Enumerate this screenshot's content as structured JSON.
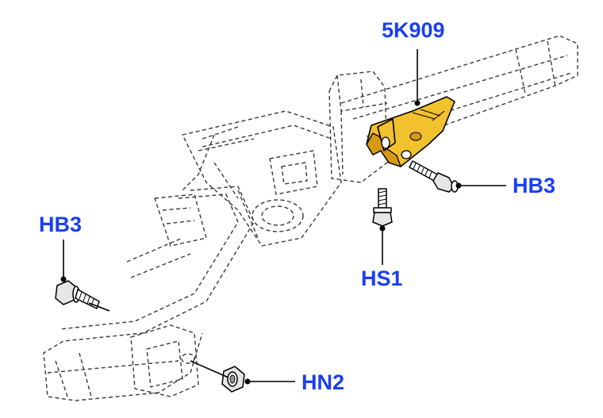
{
  "diagram": {
    "callouts": [
      {
        "id": "bracket",
        "label": "5K909"
      },
      {
        "id": "bolt-right",
        "label": "HB3"
      },
      {
        "id": "screw",
        "label": "HS1"
      },
      {
        "id": "bolt-left",
        "label": "HB3"
      },
      {
        "id": "nut",
        "label": "HN2"
      }
    ],
    "colors": {
      "label": "#1a3ff0",
      "highlighted_part": "#f2c12e",
      "highlighted_part_shade": "#d79a12",
      "frame_outline": "#3a3a3a",
      "leader": "#000000"
    }
  }
}
